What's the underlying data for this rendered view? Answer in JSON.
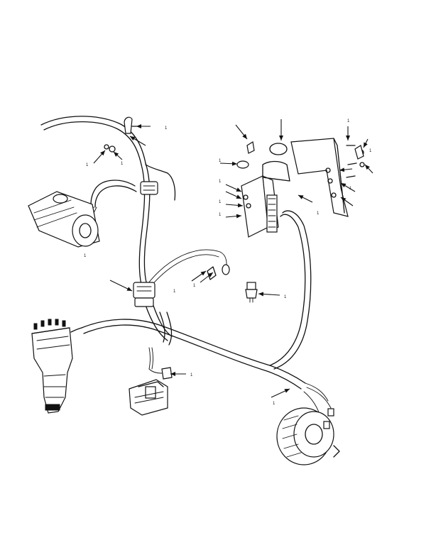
{
  "diagram": {
    "colors": {
      "ink": "#111111",
      "background": "#ffffff"
    },
    "callouts": [
      {
        "id": "c1",
        "label": "1"
      },
      {
        "id": "c2",
        "label": "1"
      },
      {
        "id": "c3",
        "label": "1"
      },
      {
        "id": "c4",
        "label": "1"
      },
      {
        "id": "c5",
        "label": "1"
      },
      {
        "id": "c6",
        "label": "1"
      },
      {
        "id": "c7",
        "label": "1"
      },
      {
        "id": "c8",
        "label": "1"
      },
      {
        "id": "c9",
        "label": "1"
      },
      {
        "id": "c10",
        "label": "1"
      },
      {
        "id": "c11",
        "label": "1"
      },
      {
        "id": "c12",
        "label": "1"
      },
      {
        "id": "c13",
        "label": "1"
      },
      {
        "id": "c14",
        "label": "1"
      },
      {
        "id": "c15",
        "label": "1"
      },
      {
        "id": "c16",
        "label": "1"
      },
      {
        "id": "c17",
        "label": "1"
      }
    ]
  }
}
